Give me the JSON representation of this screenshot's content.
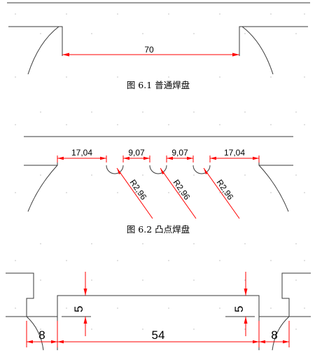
{
  "figure1": {
    "caption": "图 6.1  普通焊盘",
    "dim_width": "70"
  },
  "figure2": {
    "caption": "图 6.2  凸点焊盘",
    "dim_left": "17,04",
    "dim_gap_left": "9,07",
    "dim_gap_right": "9,07",
    "dim_right": "17,04",
    "radius_labels": [
      "R2,96",
      "R2,96",
      "R2,96"
    ]
  },
  "figure3": {
    "dim_height_left": "5",
    "dim_height_right": "5",
    "dim_left": "8",
    "dim_middle": "54",
    "dim_right": "8"
  }
}
